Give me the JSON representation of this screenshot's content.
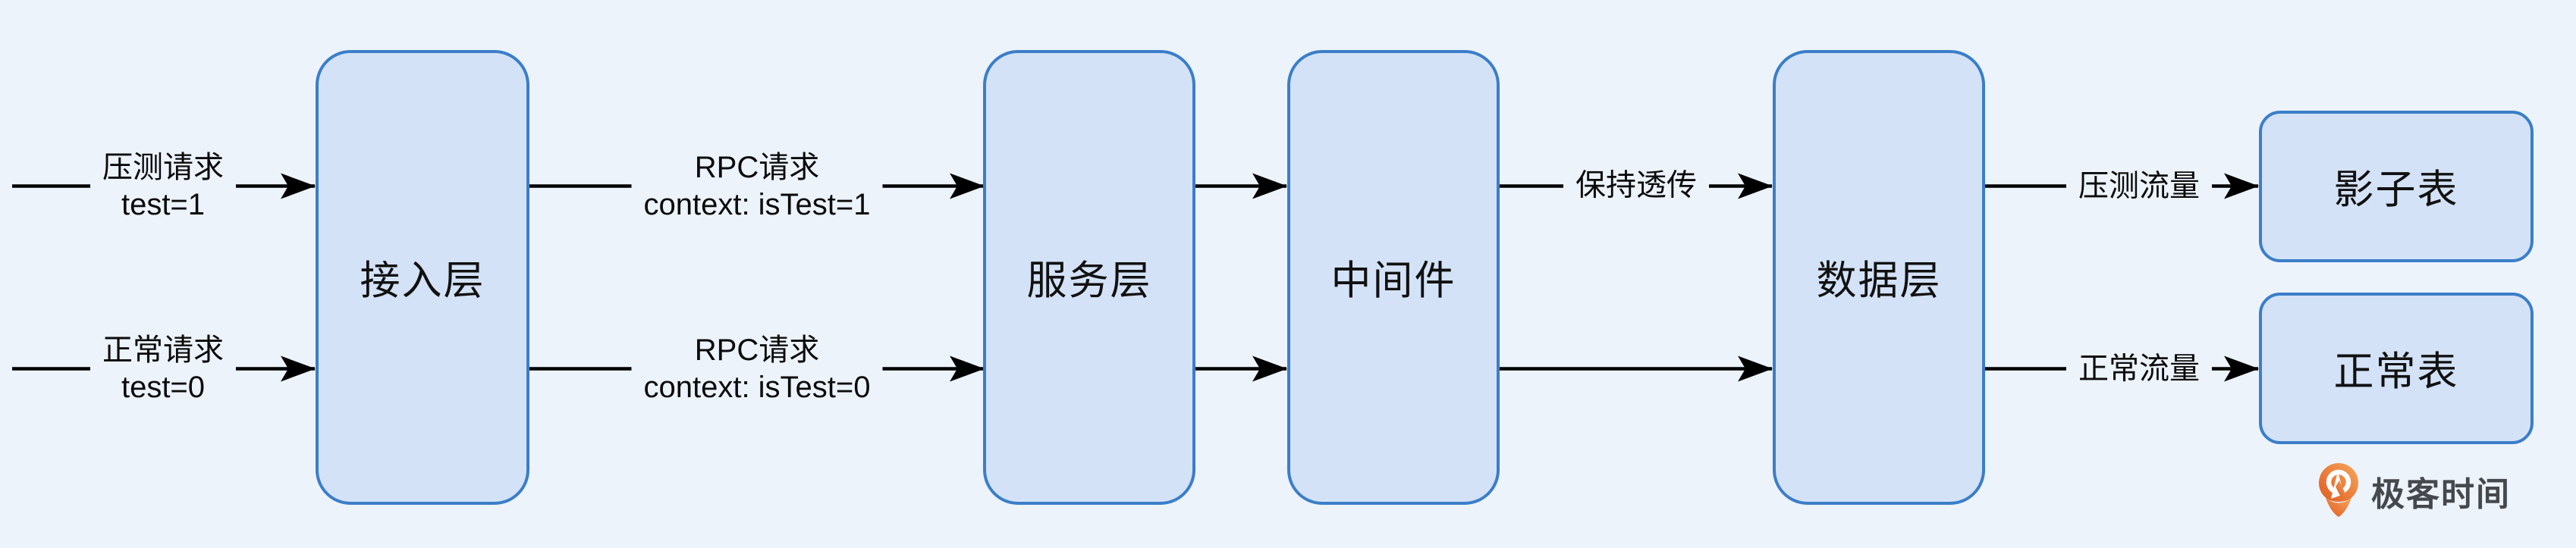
{
  "diagram": {
    "layers": [
      {
        "label": "接入层"
      },
      {
        "label": "服务层"
      },
      {
        "label": "中间件"
      },
      {
        "label": "数据层"
      }
    ],
    "tables": [
      {
        "label": "影子表"
      },
      {
        "label": "正常表"
      }
    ],
    "edge_labels": {
      "entry_top": {
        "line1": "压测请求",
        "line2": "test=1"
      },
      "entry_bottom": {
        "line1": "正常请求",
        "line2": "test=0"
      },
      "rpc_top": {
        "line1": "RPC请求",
        "line2": "context: isTest=1"
      },
      "rpc_bottom": {
        "line1": "RPC请求",
        "line2": "context: isTest=0"
      },
      "passthrough": "保持透传",
      "out_top": "压测流量",
      "out_bottom": "正常流量"
    },
    "logo": {
      "text": "极客时间"
    },
    "colors": {
      "background": "#edf3fb",
      "node_fill": "#d4e2f7",
      "node_stroke": "#3b7ec8",
      "arrow": "#000000",
      "logo_orange": "#e8702c",
      "logo_text": "#45484d"
    }
  }
}
